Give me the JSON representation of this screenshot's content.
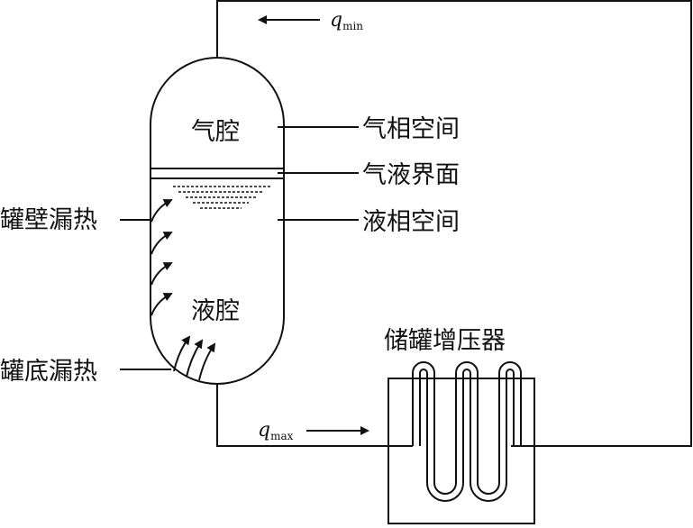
{
  "labels": {
    "gas_cavity": "气腔",
    "liquid_cavity": "液腔",
    "gas_space": "气相空间",
    "interface": "气液界面",
    "liquid_space": "液相空间",
    "wall_leak": "罐壁漏热",
    "bottom_leak": "罐底漏热",
    "pressurizer": "储罐增压器"
  },
  "flow": {
    "q_symbol": "q",
    "min_sub": "min",
    "max_sub": "max"
  }
}
